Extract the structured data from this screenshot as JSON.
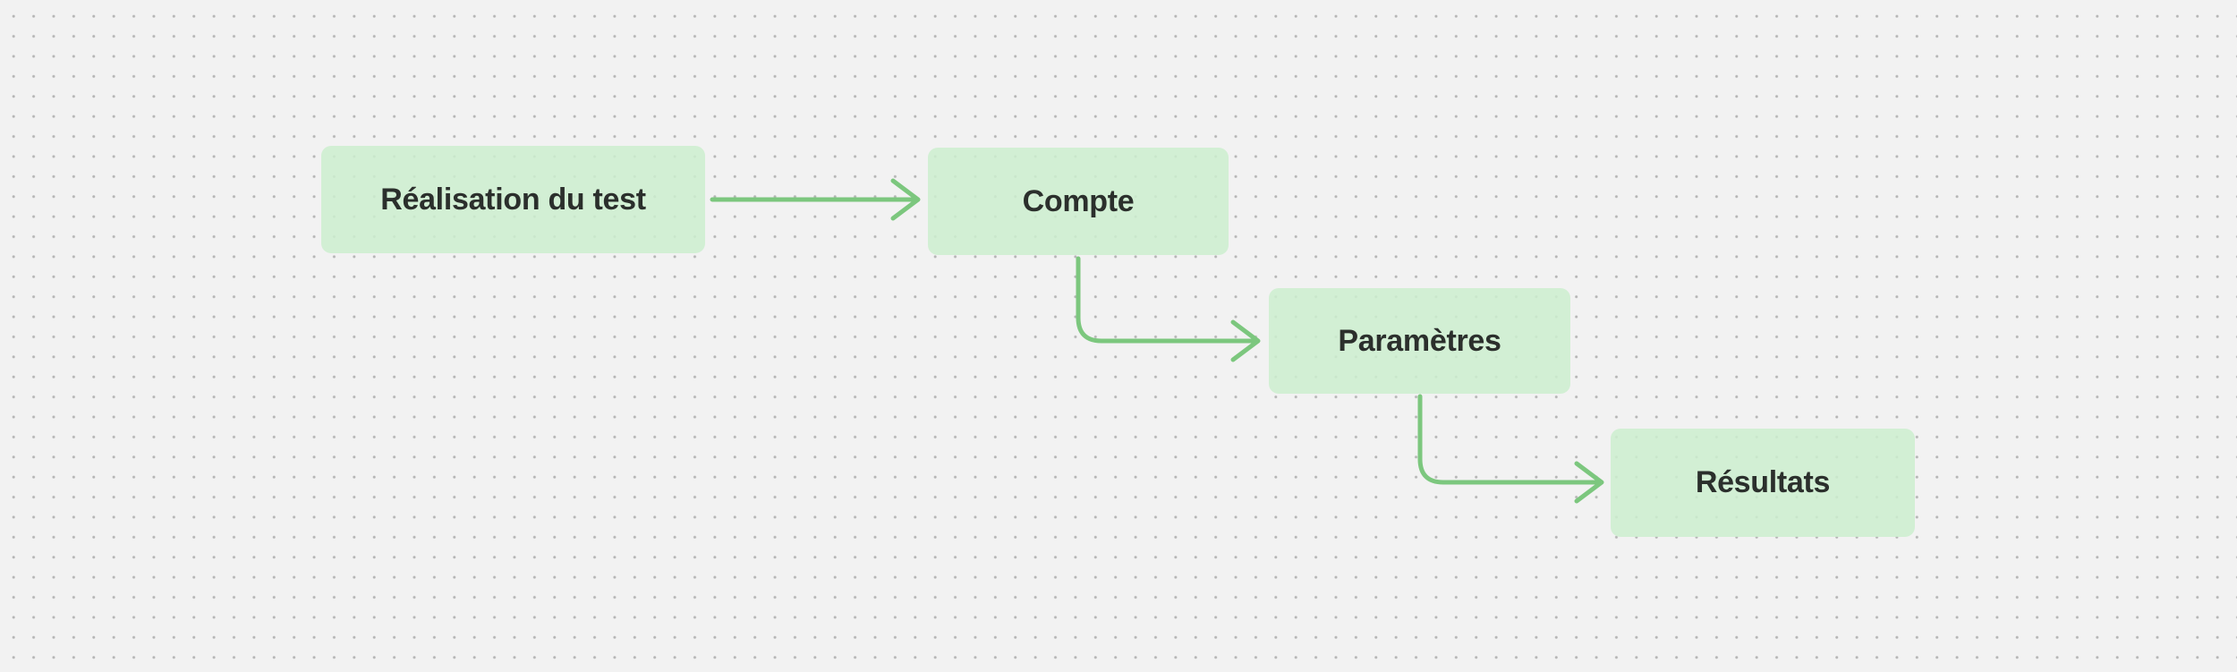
{
  "canvas": {
    "background_color": "#f2f2f2",
    "dot_color": "#b5b5b5",
    "node_fill": "#d5f0d7",
    "node_text_color": "#2b2f2c",
    "arrow_color": "#7cc77e"
  },
  "diagram": {
    "type": "flowchart",
    "nodes": [
      {
        "id": "realisation-du-test",
        "label": "Réalisation du test"
      },
      {
        "id": "compte",
        "label": "Compte"
      },
      {
        "id": "parametres",
        "label": "Paramètres"
      },
      {
        "id": "resultats",
        "label": "Résultats"
      }
    ],
    "edges": [
      {
        "from": "realisation-du-test",
        "to": "compte",
        "style": "straight-arrow-right"
      },
      {
        "from": "compte",
        "to": "parametres",
        "style": "elbow-down-right-arrow"
      },
      {
        "from": "parametres",
        "to": "resultats",
        "style": "elbow-down-right-arrow"
      }
    ]
  }
}
